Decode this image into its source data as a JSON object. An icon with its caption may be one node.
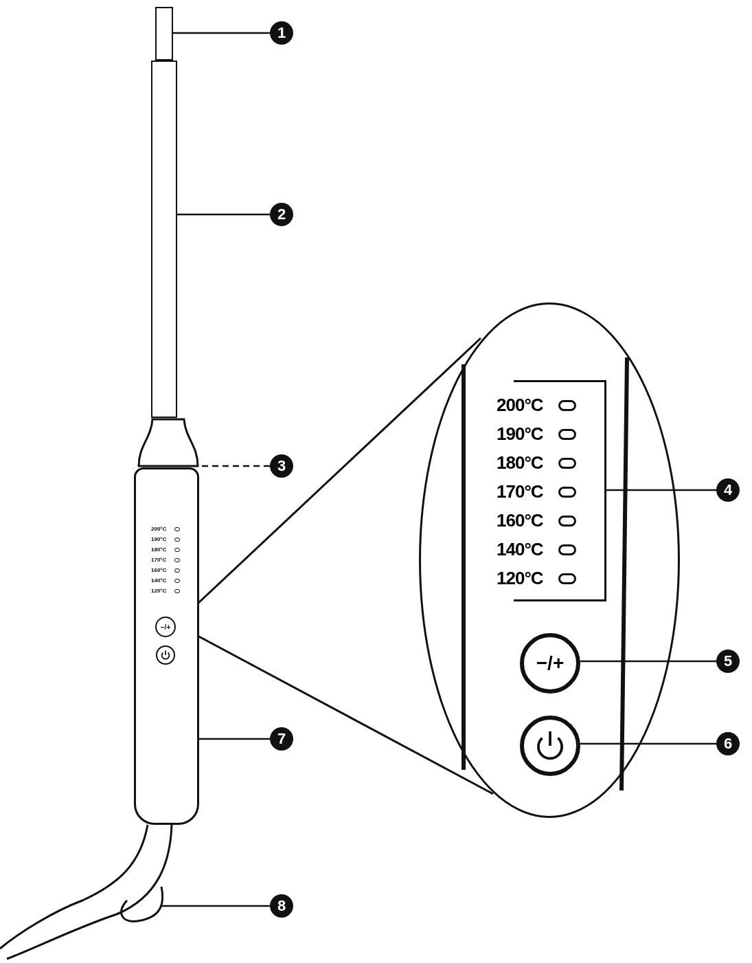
{
  "diagram": {
    "nodes": [
      {
        "text": [],
        "shape": "bar"
      },
      {
        "text": [
          "1"
        ]
      },
      {
        "text": [],
        "shape": "bar"
      },
      {
        "text": [
          "2"
        ]
      },
      {
        "text": [],
        "shape": "bar"
      },
      {
        "text": [
          "3"
        ]
      },
      {
        "text": [],
        "shape": "box"
      },
      {
        "text": [
          "−/+"
        ],
        "in": 6
      },
      {
        "text": [],
        "shape": "circle",
        "in": 6
      },
      {
        "text": [],
        "shape": "ellipse"
      },
      {
        "text": [
          "200°C",
          "190°C",
          "180°C",
          "170°C",
          "160°C",
          "140°C",
          "120°C"
        ],
        "in": 9
      },
      {
        "text": [
          "4"
        ]
      },
      {
        "text": [
          "−/+"
        ],
        "in": 9
      },
      {
        "text": [
          "5"
        ]
      },
      {
        "text": [],
        "shape": "circle",
        "in": 9
      },
      {
        "text": [
          "6"
        ]
      },
      {
        "text": [
          "7"
        ]
      },
      {
        "text": [],
        "shape": "cord"
      },
      {
        "text": [
          "8"
        ]
      }
    ],
    "edges": [
      {
        "from": 1,
        "to": 0,
        "arrow": "none"
      },
      {
        "from": 3,
        "to": 2,
        "arrow": "none"
      },
      {
        "from": 5,
        "to": 4,
        "arrow": "none",
        "style": "dashed"
      },
      {
        "from": 11,
        "to": 10,
        "arrow": "none"
      },
      {
        "from": 13,
        "to": 12,
        "arrow": "none"
      },
      {
        "from": 15,
        "to": 14,
        "arrow": "none"
      },
      {
        "from": 16,
        "to": 6,
        "arrow": "none"
      },
      {
        "from": 18,
        "to": 17,
        "arrow": "none"
      }
    ],
    "labels": [
      "200°C",
      "190°C",
      "180°C",
      "170°C",
      "160°C",
      "140°C",
      "120°C"
    ]
  }
}
